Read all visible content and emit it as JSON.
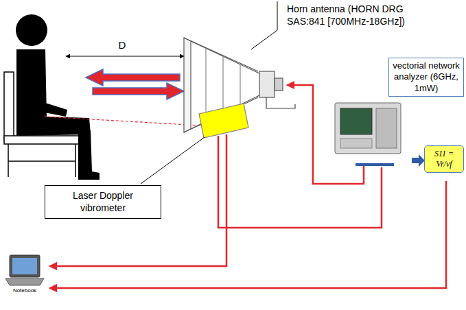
{
  "diagram": {
    "nodes": [
      {
        "text": [
          "vectorial network analyzer (6GHz, 1mW)"
        ]
      },
      {
        "text": [
          "S11 = Vr/vf"
        ]
      },
      {
        "text": [
          "Laser Doppler vibrometer"
        ]
      }
    ],
    "labels": [
      "Horn antenna (HORN DRG SAS:841 [700MHz-18GHz])",
      "D",
      "Notebook"
    ]
  }
}
